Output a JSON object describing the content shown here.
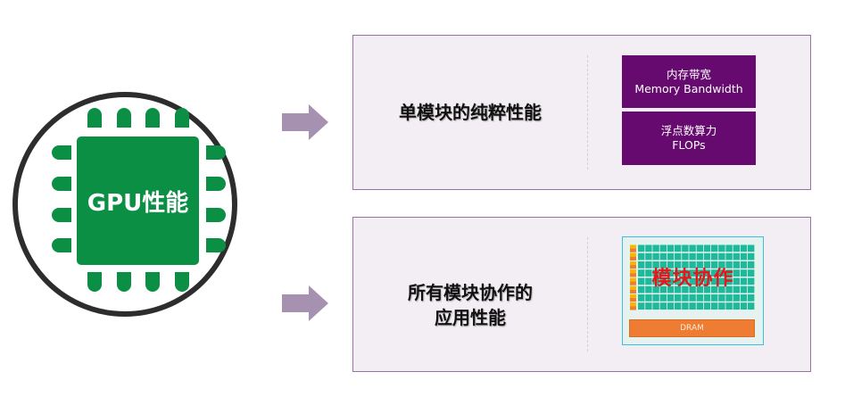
{
  "gpu": {
    "label": "GPU性能",
    "chip_color": "#0b8f45",
    "icon": "gpu-chip-icon"
  },
  "arrows": {
    "color": "#a691b1",
    "icon": "right-arrow-icon"
  },
  "panel_single": {
    "title": "单模块的纯粹性能",
    "metrics": [
      {
        "label_cn": "内存带宽",
        "label_en": "Memory Bandwidth"
      },
      {
        "label_cn": "浮点数算力",
        "label_en": "FLOPs"
      }
    ],
    "metric_color": "#660a6f"
  },
  "panel_app": {
    "title_line1": "所有模块协作的",
    "title_line2": "应用性能",
    "collab_label": "模块协作",
    "dram_label": "DRAM",
    "grid_color": "#1eb89a",
    "dram_color": "#ee7d33",
    "label_color": "#e8161b"
  },
  "theme": {
    "panel_bg": "#f3eef3",
    "panel_border": "#9b6fa8"
  }
}
